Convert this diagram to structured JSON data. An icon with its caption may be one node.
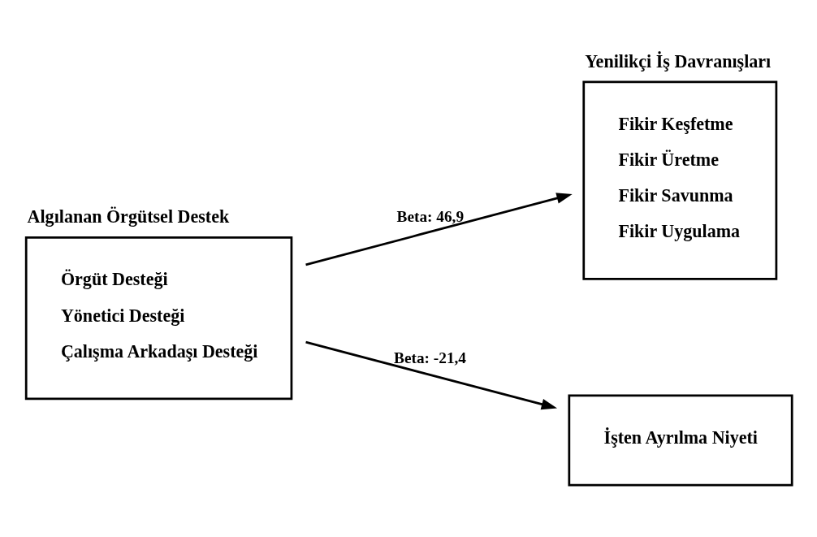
{
  "diagram": {
    "nodes": [
      {
        "text": [
          "Algılanan Örgütsel Destek",
          "Örgüt Desteği",
          "Yönetici Desteği",
          "Çalışma Arkadaşı Desteği"
        ]
      },
      {
        "text": [
          "Yenilikçi İş Davranışları",
          "Fikir Keşfetme",
          "Fikir Üretme",
          "Fikir Savunma",
          "Fikir Uygulama"
        ]
      },
      {
        "text": [
          "İşten Ayrılma Niyeti"
        ]
      }
    ],
    "edges": [
      {
        "from": 0,
        "to": 1,
        "arrow": "to",
        "label": "Beta: 46,9"
      },
      {
        "from": 0,
        "to": 2,
        "arrow": "to",
        "label": "Beta: -21,4"
      }
    ]
  }
}
